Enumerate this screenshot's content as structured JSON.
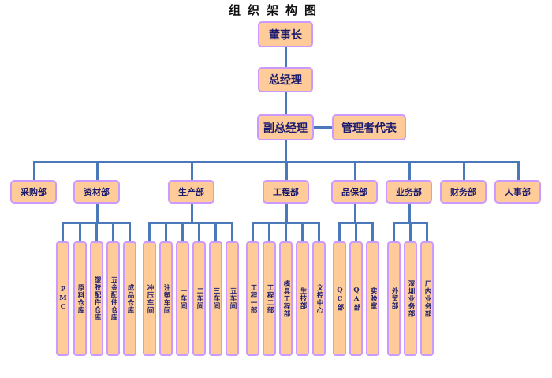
{
  "title": "组织架构图",
  "colors": {
    "box_fill": "#ffcc99",
    "box_border": "#cc99ff",
    "connector": "#4a78b8",
    "text": "#1a1a6e"
  },
  "top": {
    "chairman": "董事长",
    "general_manager": "总经理",
    "deputy_general_manager": "副总经理",
    "management_representative": "管理者代表"
  },
  "departments": [
    {
      "name": "采购部",
      "children": []
    },
    {
      "name": "资材部",
      "children": [
        "PMC",
        "原料仓库",
        "塑胶配件仓库",
        "五金配件仓库",
        "成品仓库"
      ]
    },
    {
      "name": "生产部",
      "children": [
        "冲压车间",
        "注塑车间",
        "一车间",
        "二车间",
        "三车间",
        "五车间"
      ]
    },
    {
      "name": "工程部",
      "children": [
        "工程一部",
        "工程二部",
        "模具工程部",
        "生技部",
        "文控中心"
      ]
    },
    {
      "name": "品保部",
      "children": [
        "QC部",
        "QA部",
        "实验室"
      ]
    },
    {
      "name": "业务部",
      "children": [
        "外贸部",
        "深圳业务部",
        "厂内业务部"
      ]
    },
    {
      "name": "财务部",
      "children": []
    },
    {
      "name": "人事部",
      "children": []
    }
  ]
}
